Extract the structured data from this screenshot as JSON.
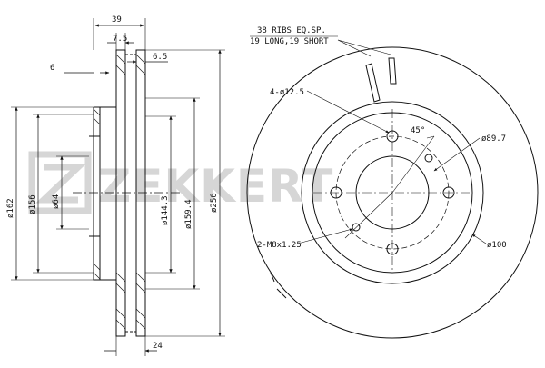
{
  "watermark": {
    "brand": "ZEKKERT"
  },
  "side_view": {
    "dim_overall_width": "39",
    "dim_hat_thickness": "7.5",
    "dim_hub_step": "6",
    "dim_vane_gap": "6.5",
    "dim_hat_outer": "ø162",
    "dim_hat_inner": "ø156",
    "dim_center_bore": "ø64",
    "dim_inner_friction": "ø144.3",
    "dim_vent_inner": "ø159.4",
    "dim_outer": "ø256",
    "dim_disc_thickness": "24"
  },
  "front_view": {
    "ribs_note_line1": "38 RIBS EQ.SP.",
    "ribs_note_line2": "19 LONG,19 SHORT",
    "bolt_holes": "4-ø12.5",
    "angle": "45°",
    "dim_pcd": "ø89.7",
    "dim_hub": "ø100",
    "threaded_holes": "2-M8x1.25"
  },
  "colors": {
    "line": "#111111",
    "watermark": "#d6d6d6"
  }
}
